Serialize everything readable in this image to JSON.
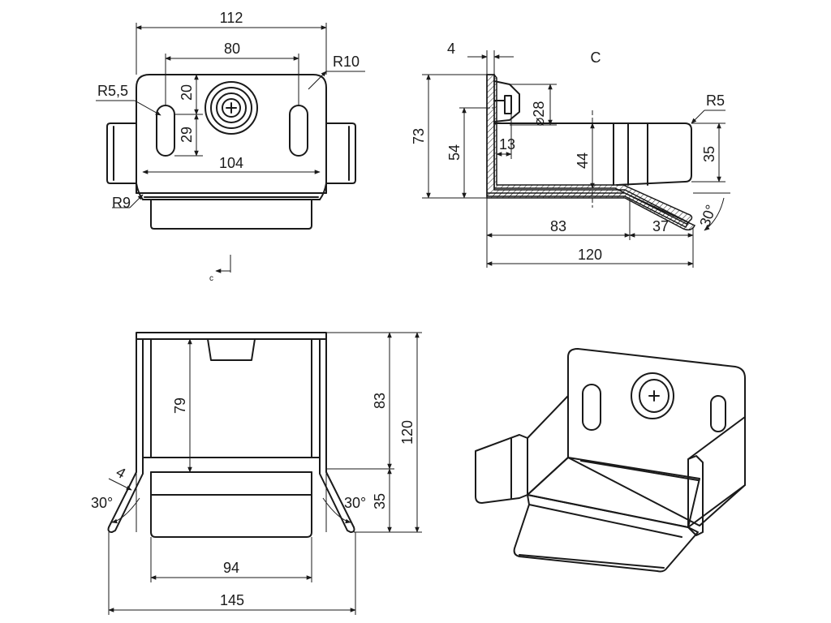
{
  "top_view": {
    "overall_width": "112",
    "slot_spacing": "80",
    "corner_radius_top": "R10",
    "slot_radius": "R5,5",
    "slot_offset": "20",
    "slot_length": "29",
    "inner_width": "104",
    "corner_radius_bottom": "R9",
    "section_marker": "c"
  },
  "side_section": {
    "section_letter": "C",
    "wall_thickness": "4",
    "overall_height": "73",
    "bolt_height": "54",
    "washer_diameter": "28",
    "diameter_symbol": "⌀",
    "bolt_offset": "13",
    "tab_length": "44",
    "tab_height": "35",
    "tip_radius": "R5",
    "flat_length": "83",
    "angled_length": "37",
    "angle": "30°",
    "total_length": "120"
  },
  "front_view": {
    "inner_depth": "79",
    "flat_length": "83",
    "total_length": "120",
    "tab_height": "35",
    "thickness": "4",
    "left_angle": "30°",
    "right_angle": "30°",
    "inner_width": "94",
    "overall_width": "145"
  },
  "iso_view": {
    "label": ""
  }
}
